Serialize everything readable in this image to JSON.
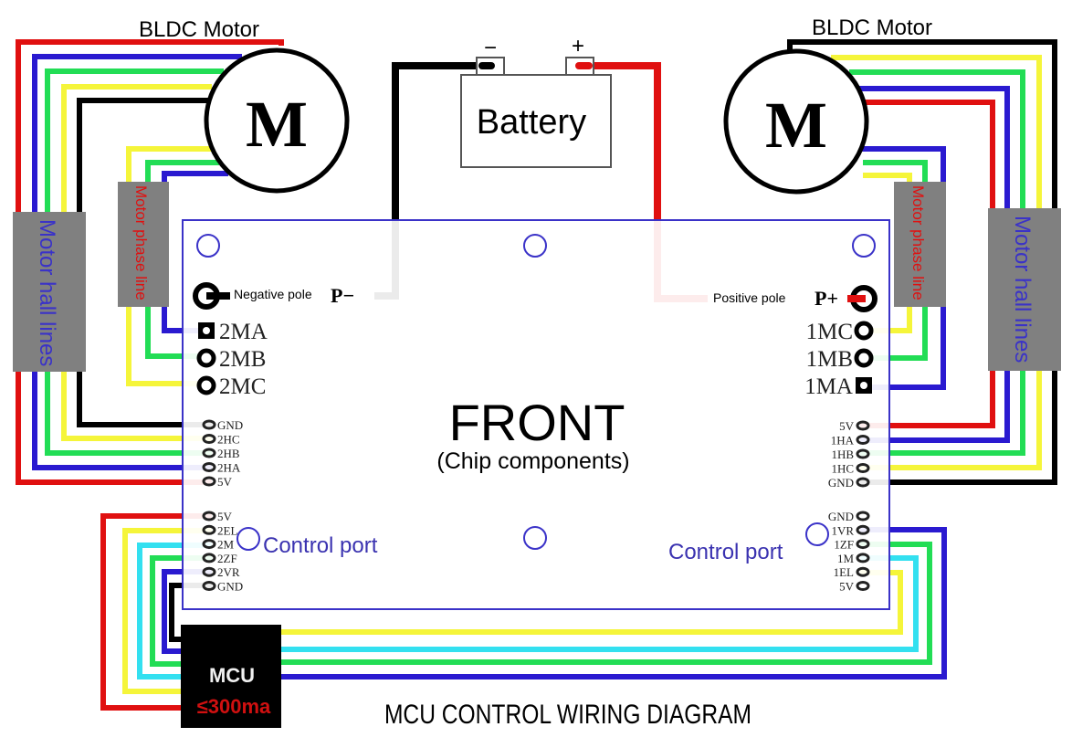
{
  "title": "MCU CONTROL WIRING DIAGRAM",
  "colors": {
    "red": "#e01010",
    "blue": "#2a1ad0",
    "green": "#22dd55",
    "yellow": "#f5f53a",
    "cyan": "#33e0f0",
    "black": "#000000",
    "board_outline": "#3a32c8",
    "label_box": "#808080",
    "control_text": "#3a32b0"
  },
  "motors": {
    "left": {
      "label": "BLDC Motor",
      "symbol": "M"
    },
    "right": {
      "label": "BLDC Motor",
      "symbol": "M"
    }
  },
  "battery": {
    "label": "Battery",
    "negative_symbol": "−",
    "positive_symbol": "+"
  },
  "harness_labels": {
    "hall": "Motor hall lines",
    "phase": "Motor phase line"
  },
  "board": {
    "title": "FRONT",
    "subtitle": "(Chip components)",
    "negative_pole": {
      "desc": "Negative pole",
      "pin": "P−"
    },
    "positive_pole": {
      "desc": "Positive pole",
      "pin": "P+"
    },
    "left_phase_pins": [
      "2MA",
      "2MB",
      "2MC"
    ],
    "right_phase_pins": [
      "1MC",
      "1MB",
      "1MA"
    ],
    "left_hall_pins": [
      "GND",
      "2HC",
      "2HB",
      "2HA",
      "5V"
    ],
    "right_hall_pins": [
      "5V",
      "1HA",
      "1HB",
      "1HC",
      "GND"
    ],
    "left_control_pins": [
      "5V",
      "2EL",
      "2M",
      "2ZF",
      "2VR",
      "GND"
    ],
    "right_control_pins": [
      "GND",
      "1VR",
      "1ZF",
      "1M",
      "1EL",
      "5V"
    ],
    "left_control_label": "Control port",
    "right_control_label": "Control port"
  },
  "mcu": {
    "label": "MCU",
    "current_limit": "≤300ma"
  }
}
